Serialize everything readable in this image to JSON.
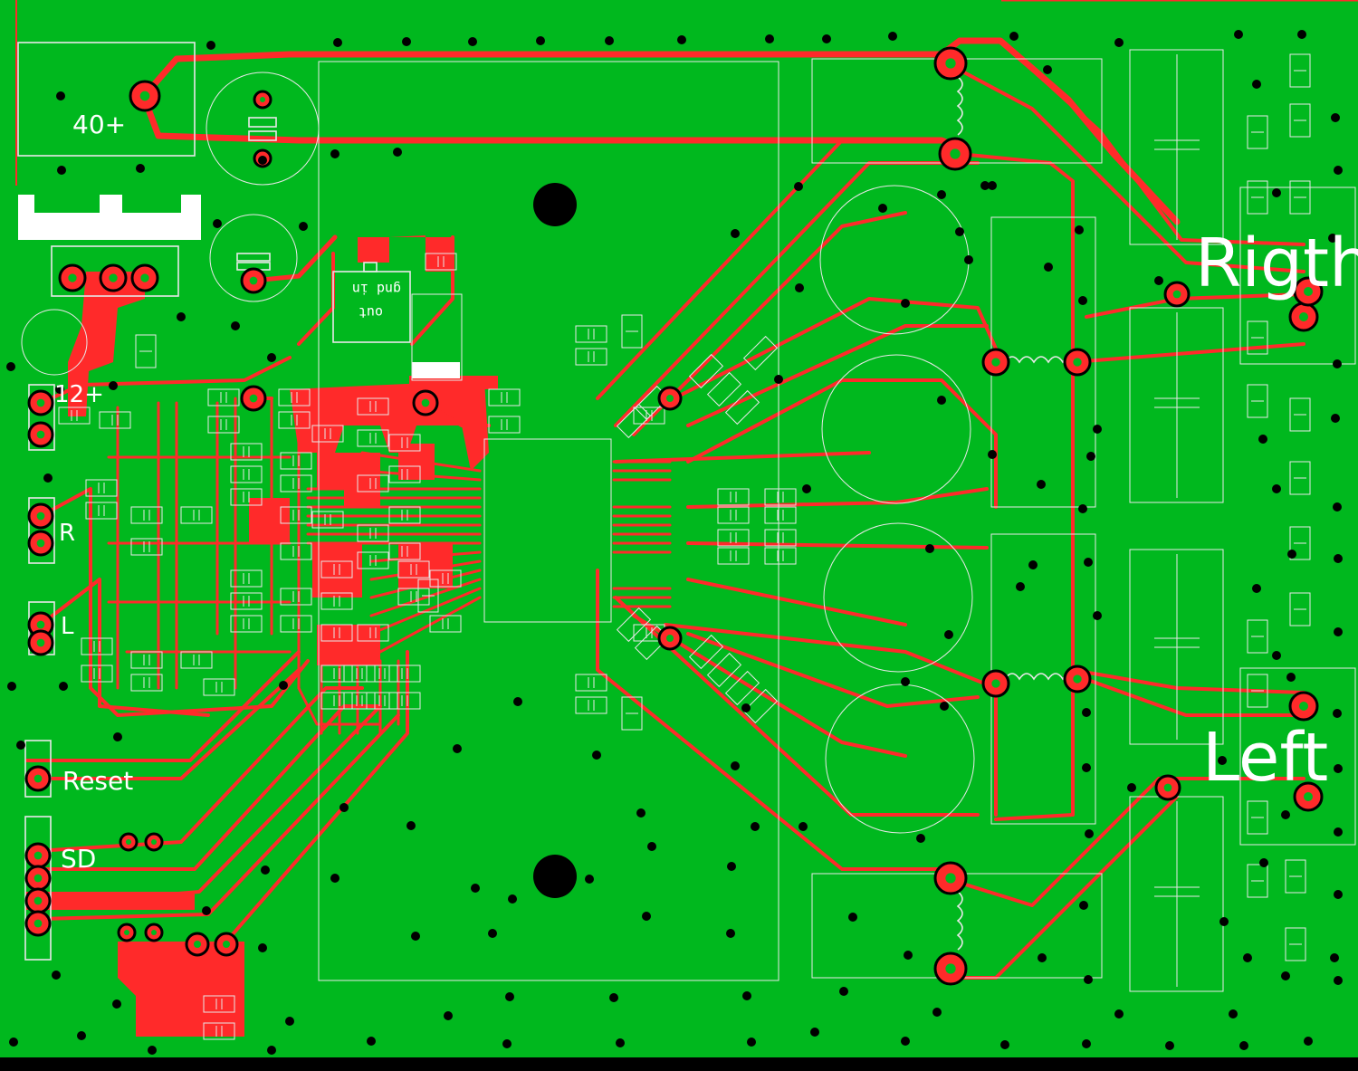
{
  "labels": {
    "power_40v": "40+",
    "power_12v": "12+",
    "input_right": "R",
    "input_left": "L",
    "reset": "Reset",
    "shutdown": "SD",
    "output_right": "Rigth",
    "output_left": "Left"
  },
  "regulator_pins": {
    "row1": "gnd in",
    "row2": "out"
  },
  "colors": {
    "board": "#00b81e",
    "trace": "#ff2a2a",
    "silkscreen": "#e8e8e8",
    "via": "#000000"
  }
}
